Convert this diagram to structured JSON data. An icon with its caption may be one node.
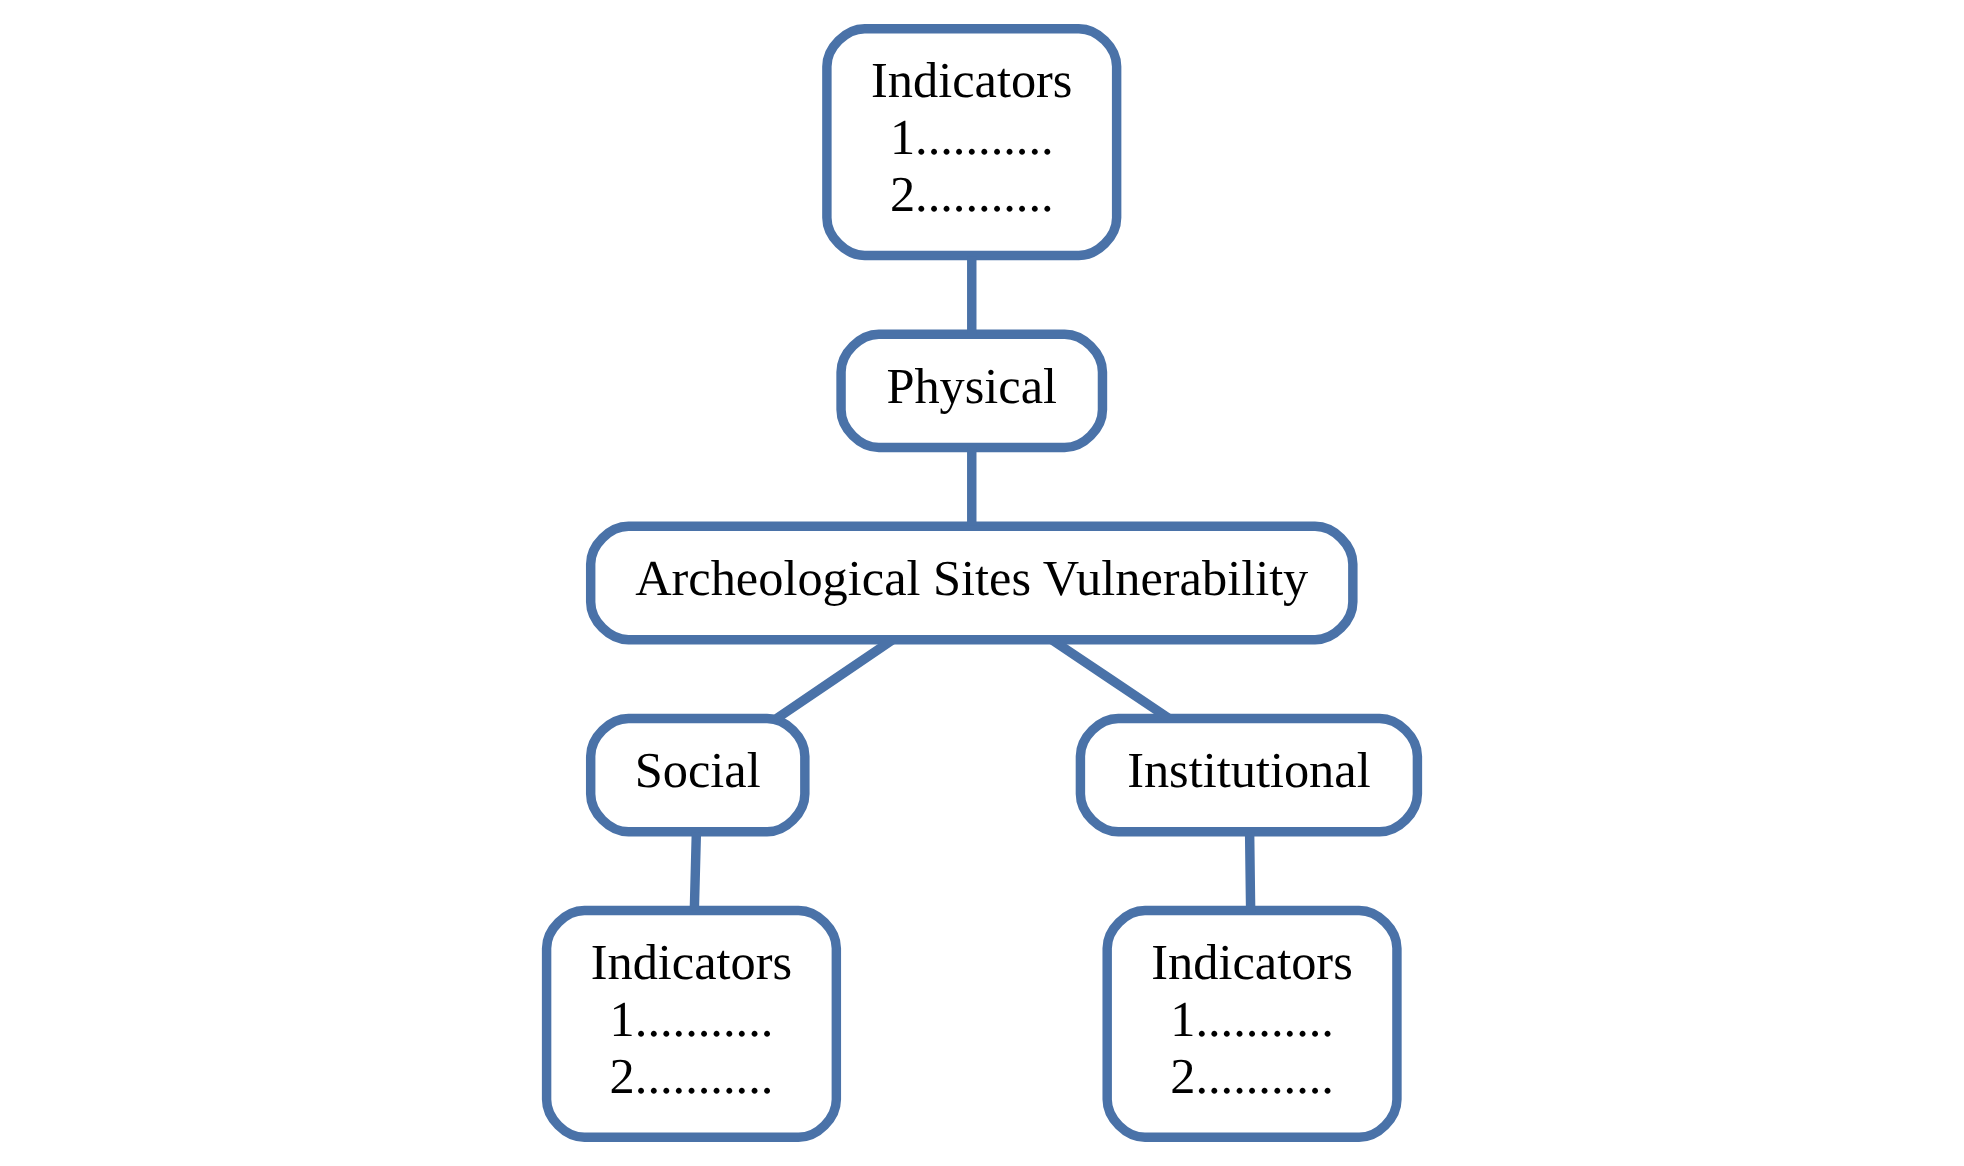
{
  "diagram": {
    "nodes": [
      {
        "text": [
          "Indicators",
          "1...........",
          "2..........."
        ]
      },
      {
        "text": [
          "Physical"
        ]
      },
      {
        "text": [
          "Archeological Sites Vulnerability"
        ]
      },
      {
        "text": [
          "Social"
        ]
      },
      {
        "text": [
          "Institutional"
        ]
      },
      {
        "text": [
          "Indicators",
          "1...........",
          "2..........."
        ]
      },
      {
        "text": [
          "Indicators",
          "1...........",
          "2..........."
        ]
      }
    ],
    "edges": [
      {
        "from": 0,
        "to": 1,
        "arrow": "none"
      },
      {
        "from": 1,
        "to": 2,
        "arrow": "none"
      },
      {
        "from": 2,
        "to": 3,
        "arrow": "none"
      },
      {
        "from": 2,
        "to": 4,
        "arrow": "none"
      },
      {
        "from": 3,
        "to": 5,
        "arrow": "none"
      },
      {
        "from": 4,
        "to": 6,
        "arrow": "none"
      }
    ]
  }
}
